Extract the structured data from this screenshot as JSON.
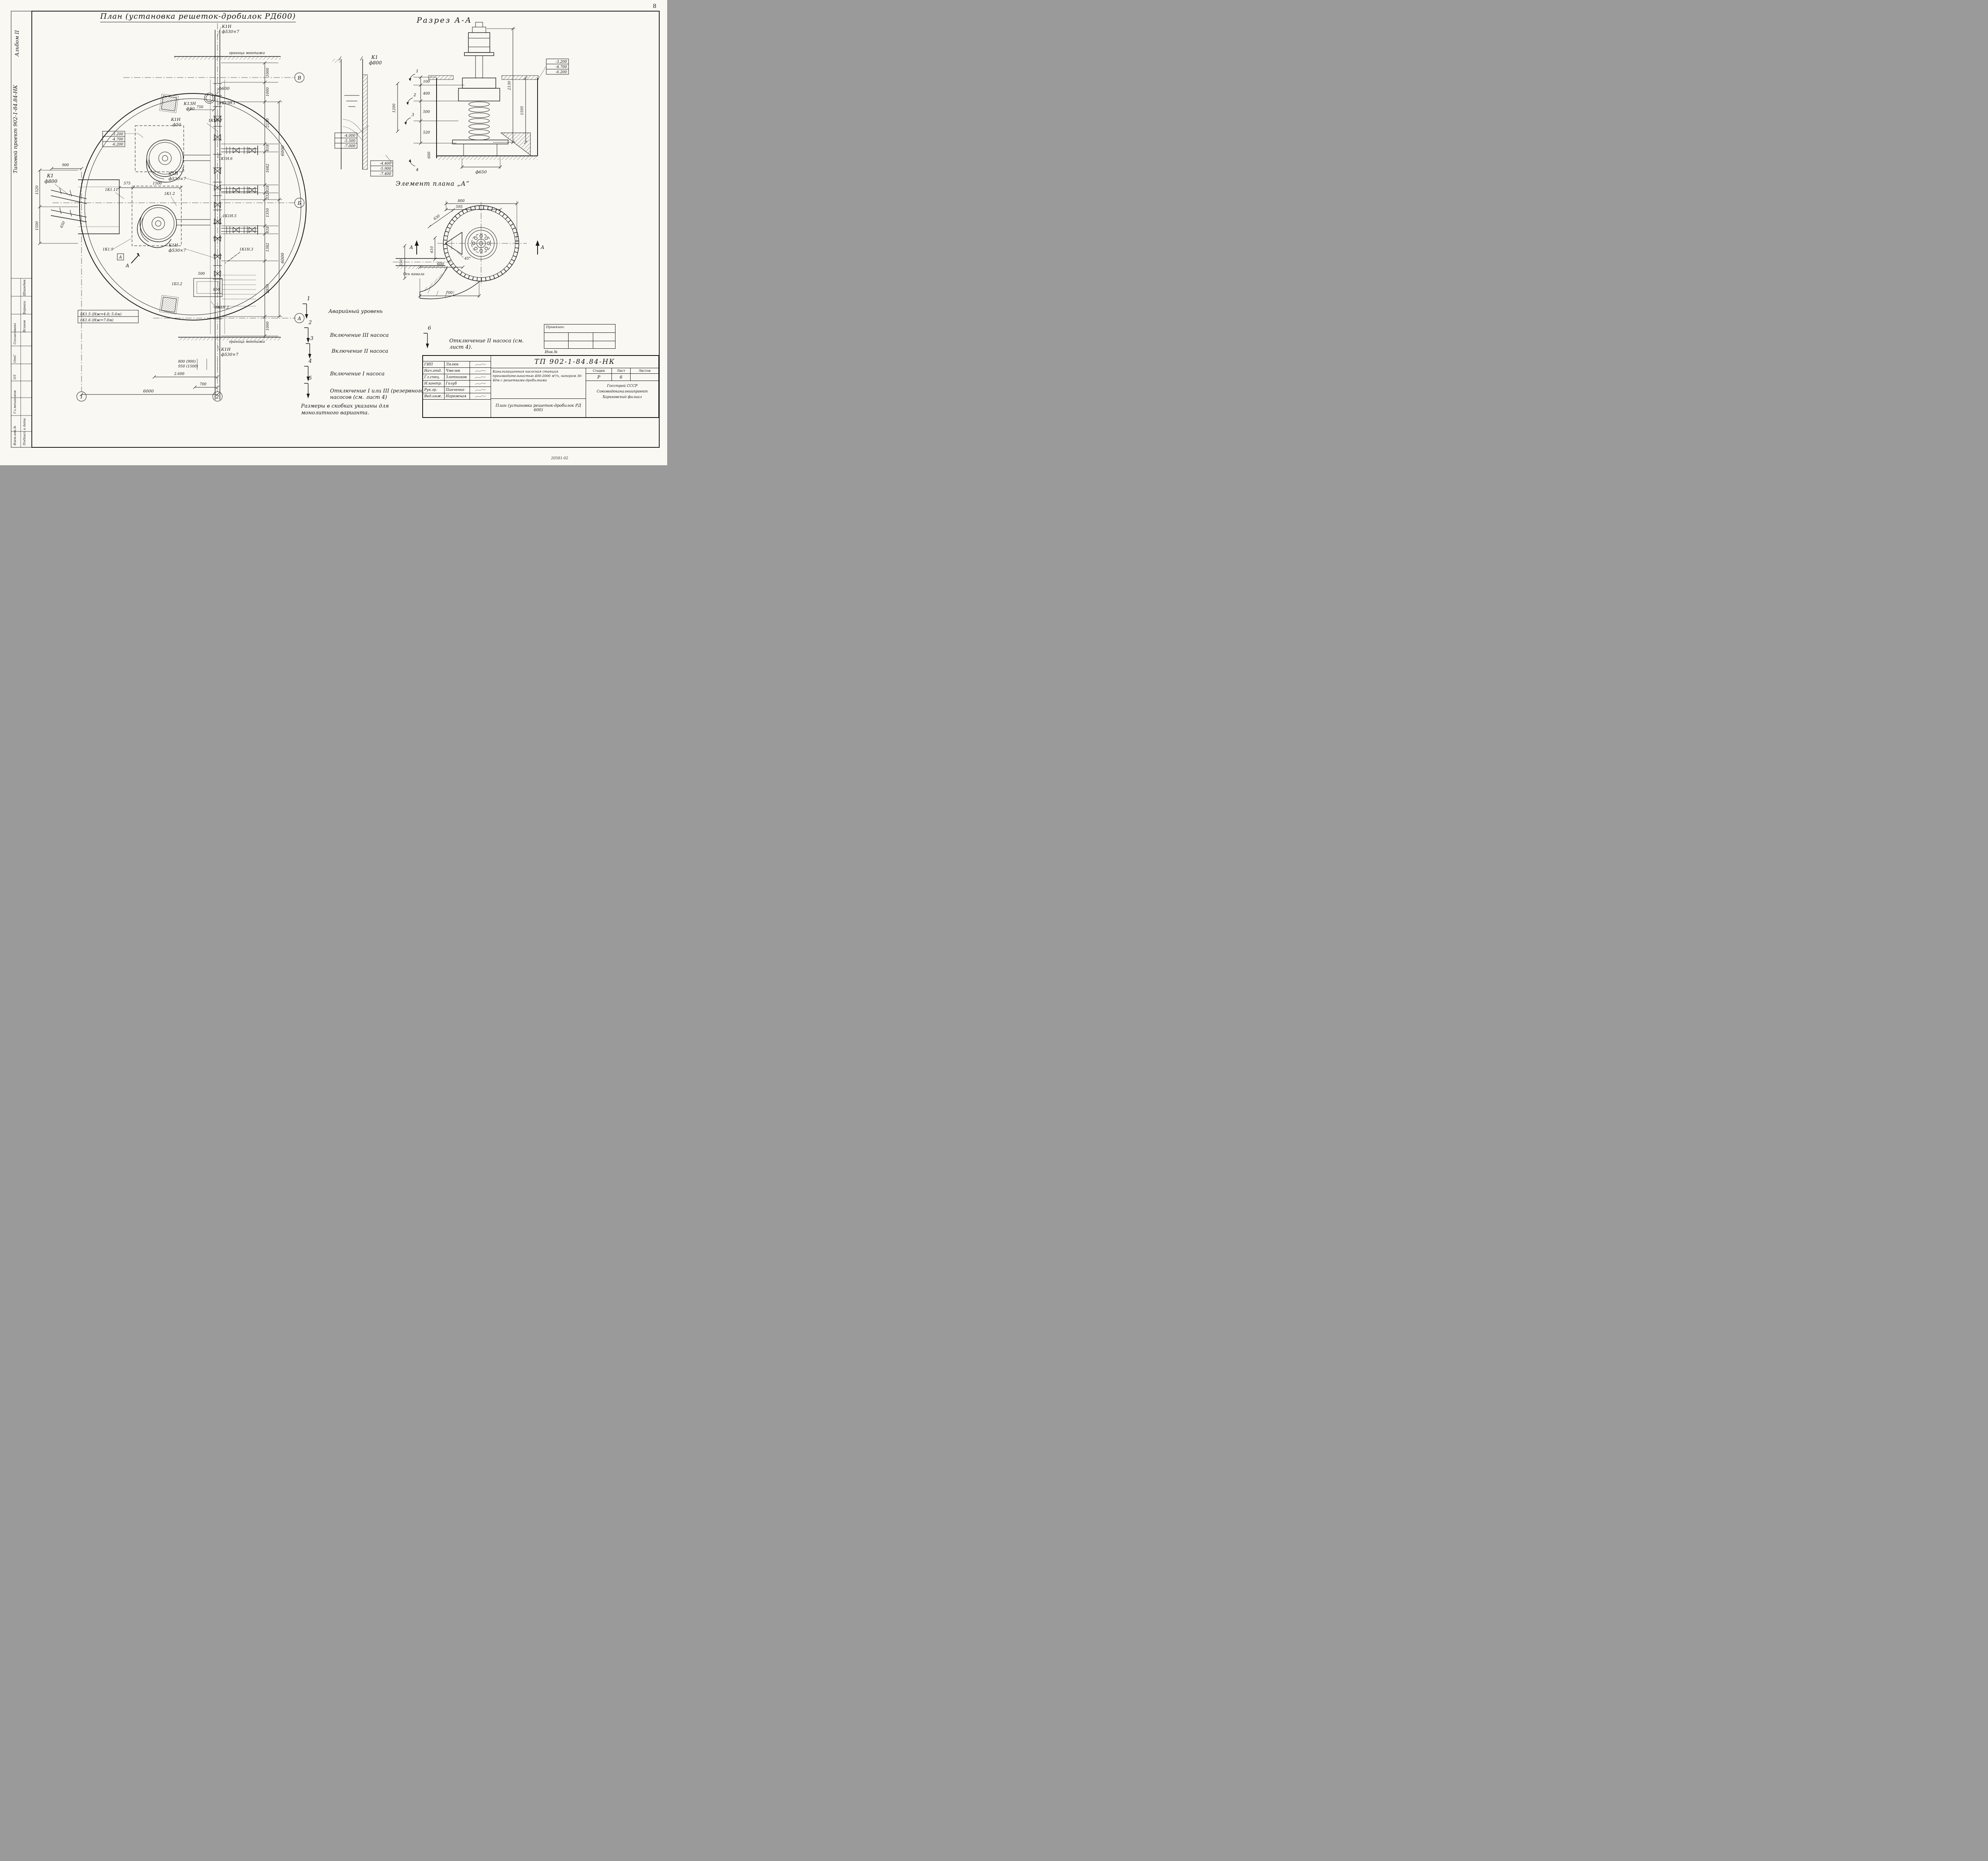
{
  "page": {
    "sheet_corner": "8",
    "footer_code": "20581-02"
  },
  "sidebar": {
    "album": "Альбом II",
    "project": "Типовой проект 902-1-84.84-НК",
    "agreed": "Согласовано",
    "names": [
      "Шпандюк",
      "Барнаш",
      "Ясинов"
    ],
    "depts": [
      "ОтС",
      "ЭЛ",
      "Гл.механиков"
    ],
    "footer1": "Подпись и дата",
    "footer2": "Взам.инв.№"
  },
  "plan": {
    "title": "План (установка решеток-дробилок РД600)",
    "boundary_top": "граница монтажа",
    "boundary_bottom": "граница монтажа",
    "riser_top": {
      "l1": "К1Н",
      "l2": "ф530×7"
    },
    "d600": "ф600",
    "k13n": {
      "l1": "К13Н",
      "l2": "ф50"
    },
    "dim_750": "750",
    "tag_1k13n1": "1К13Н.1",
    "k1n_f50": {
      "l1": "К1Н",
      "l2": "ф50"
    },
    "tag_1k1n7": "1К1Н.7",
    "elev": [
      "-3.200",
      "-4.700",
      "-6.200"
    ],
    "tag_1k1n6": "1К1Н.6",
    "riser_mid": {
      "l1": "К1Н",
      "l2": "ф530×7"
    },
    "inlet": {
      "l1": "К1",
      "l2": "ф800"
    },
    "dim_900": "900",
    "dim_1520": "1520",
    "dim_1500_left": "1500",
    "tag_1k1_11": "1К1.11",
    "dim_575": "575",
    "dim_1500_mid": "1500",
    "tag_1k1_2": "1К1.2",
    "dim_650": "650",
    "tag_1k1_9": "1К1.9",
    "detail_marker": "А",
    "section_letter": "А",
    "tag_1k1n5": "1К1Н.5",
    "riser_low": {
      "l1": "К1Н",
      "l2": "ф530×7"
    },
    "tag_1k1n3": "1К1Н.3",
    "dim_500": "500",
    "tag_1b32": "1Б3.2",
    "dim_850": "850",
    "tag_1k1n2": "1К1Н.2",
    "note1": "1К1.5 (Нж=4.0; 5.6м)",
    "note2": "1К1.6 (Нж=7.0м)",
    "riser_bot": {
      "l1": "К1Н",
      "l2": "ф530×7"
    },
    "dim_800_900": "800 (900)",
    "dim_950_1500": "950 (1500)",
    "dim_2600": "2.600",
    "dim_700": "700",
    "dim_6000_bot": "6000",
    "right_dims": [
      "1000",
      "1000",
      "2150",
      "418",
      "1682",
      "418",
      "332",
      "1350",
      "418",
      "1382",
      "2850",
      "1000"
    ],
    "outer_dims": [
      "6000",
      "6000"
    ],
    "grid_b": "В",
    "grid_bb": "Б",
    "grid_a": "А",
    "grid_1": "1",
    "grid_2": "2"
  },
  "section": {
    "title": "Разрез  А-А",
    "k1": {
      "l1": "К1",
      "l2": "ф800"
    },
    "elev_left": [
      "-4.000",
      "-5.500",
      "-7.000"
    ],
    "elev_mid": [
      "-4.400",
      "-5.900",
      "-7.400"
    ],
    "elev_right": [
      "-3.200",
      "-4.700",
      "-6.200"
    ],
    "m1": "1",
    "m2": "2",
    "m3": "3",
    "m4": "4",
    "d100": "100",
    "d400": "400",
    "d1200": "1200",
    "d500": "500",
    "d520": "520",
    "d600": "600",
    "d2130": "2130",
    "d1595": "1595",
    "d650": "ф650"
  },
  "element": {
    "title": "Элемент плана „А“",
    "d800": "800",
    "d595": "595",
    "d630": "630",
    "d410": "410",
    "d650": "650",
    "d600": "600",
    "d700": "700",
    "angle": "45°",
    "axis": "Ось канала",
    "marker_left": "А",
    "marker_right": "А"
  },
  "legend": {
    "items": [
      {
        "num": "1",
        "text": "Аварийный уровень"
      },
      {
        "num": "2",
        "text": "Включение III насоса"
      },
      {
        "num": "3",
        "text": "Включение II насоса"
      },
      {
        "num": "4",
        "text": "Включение I насоса"
      },
      {
        "num": "5",
        "text": "Отключение I или III (резервного) насосов (см. лист 4)"
      },
      {
        "num": "6",
        "text": "Отключение II насоса (см. лист 4)."
      }
    ],
    "note": "Размеры в скобках указаны для монолитного варианта."
  },
  "titleblock": {
    "doc_number": "ТП 902-1-84.84-НК",
    "staff": [
      {
        "role": "ГИП",
        "name": "Лялюк"
      },
      {
        "role": "Нач.отд.",
        "name": "Чмелев"
      },
      {
        "role": "Гл.спец.",
        "name": "Злотников"
      },
      {
        "role": "Н.контр.",
        "name": "Голуб"
      },
      {
        "role": "Рук.гр.",
        "name": "Панченко"
      },
      {
        "role": "Вед.инж.",
        "name": "Нарожная"
      }
    ],
    "description": "Канализационная насосная станция производительностью 400-2000 м³/ч, напором 30-40м с решетками-дробилками",
    "drawing_name": "План (установка решеток-дробилок РД 600)",
    "stage_label": "Стадия",
    "sheet_label": "Лист",
    "sheets_label": "Листов",
    "stage": "Р",
    "sheet": "6",
    "org1": "Госстрой СССР",
    "org2": "Союзводоканалниипроект",
    "org3": "Харьковский филиал",
    "attached": "Привязан:",
    "inv": "Инв.№"
  }
}
